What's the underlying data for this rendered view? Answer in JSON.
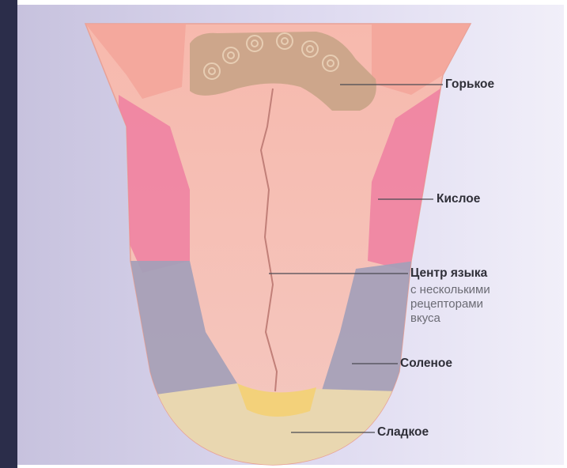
{
  "labels": {
    "bitter": "Горькое",
    "sour": "Кислое",
    "center_title": "Центр языка",
    "center_line1": "с несколькими",
    "center_line2": "рецепторами",
    "center_line3": "вкуса",
    "salty": "Соленое",
    "sweet": "Сладкое"
  },
  "colors": {
    "tongue_base": "#f4b6a9",
    "bitter_zone": "#c9a488",
    "sour_zone": "#ef7fa1",
    "salty_zone": "#a3a0b8",
    "sweet_zone": "#e9d7b0",
    "sweet_tip_yellow": "#f3d17a",
    "leader_line": "#4a4a52"
  }
}
